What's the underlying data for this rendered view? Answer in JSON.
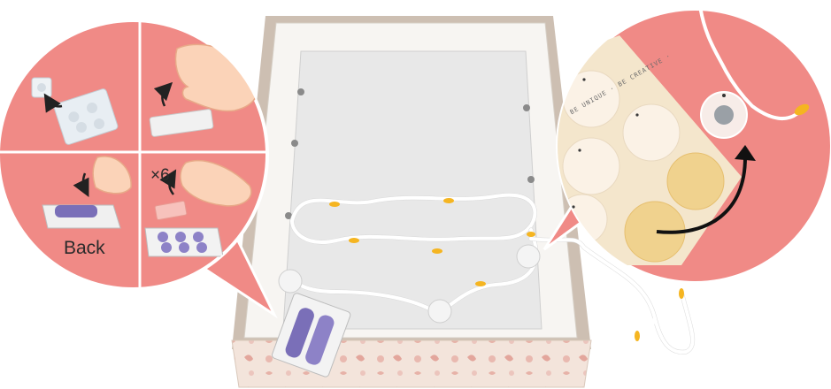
{
  "labels": {
    "back": "Back",
    "times_six": "×6"
  },
  "sticker_text": "BE UNIQUE · BE CREATIVE ·",
  "colors": {
    "bubble_fill": "#f08a86",
    "bubble_stroke": "#ffffff",
    "panel_fill": "#f2a8a2",
    "sheet_fill": "#f4e6cc",
    "sticker_fill": "#fbf2e6",
    "sticker_used": "#f0d28e",
    "frame": "#d8d0c8",
    "box_side": "#c8b8a8",
    "box_print": "#f2e3da",
    "glass": "#e9e9e9",
    "wire": "#ffffff",
    "bulb": "#f5b521",
    "battery": "#7a6fb8"
  },
  "icons": {
    "arrow": "curved-arrow-icon",
    "hand": "hand-icon",
    "sticker": "adhesive-dot-icon"
  }
}
